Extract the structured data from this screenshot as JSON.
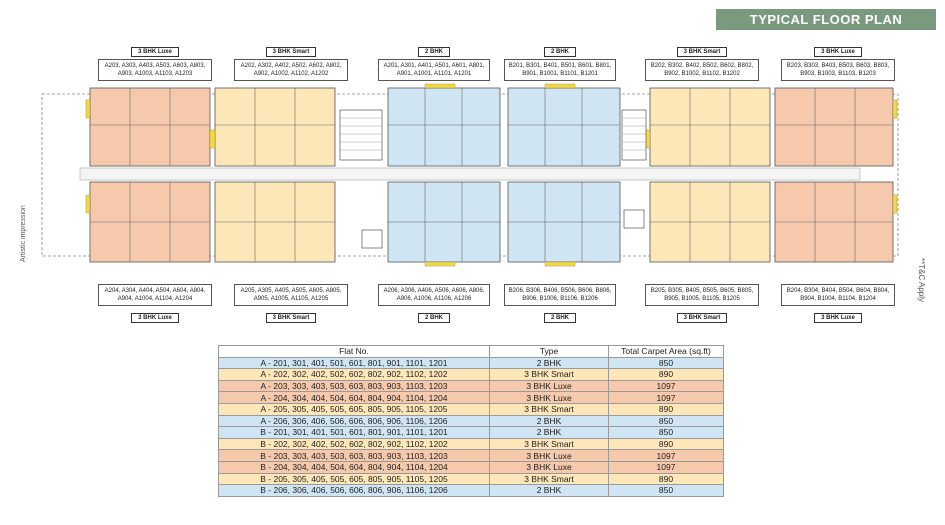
{
  "header": {
    "title": "TYPICAL FLOOR PLAN"
  },
  "side_notes": {
    "left": "Artistic impression",
    "right": "**T&C Apply"
  },
  "top_units": [
    {
      "type": "3 BHK Luxe",
      "flats": "A203, A303, A403, A503, A603, A803, A903, A1003, A1103, A1203"
    },
    {
      "type": "3 BHK Smart",
      "flats": "A202, A302, A402, A502, A602, A802, A902, A1002, A1102, A1202"
    },
    {
      "type": "2 BHK",
      "flats": "A201, A301, A401, A501, A601, A801, A901, A1001, A1101, A1201"
    },
    {
      "type": "2 BHK",
      "flats": "B201, B301, B401, B501, B601, B801, B901, B1001, B1101, B1201"
    },
    {
      "type": "3 BHK Smart",
      "flats": "B202, B302, B402, B502, B602, B802, B902, B1002, B1102, B1202"
    },
    {
      "type": "3 BHK Luxe",
      "flats": "B203, B303, B403, B503, B603, B803, B903, B1003, B1103, B1203"
    }
  ],
  "bottom_units": [
    {
      "type": "3 BHK Luxe",
      "flats": "A204, A304, A404, A504, A604, A804, A904, A1004, A1104, A1204"
    },
    {
      "type": "3 BHK Smart",
      "flats": "A205, A305, A405, A505, A605, A805, A905, A1005, A1105, A1205"
    },
    {
      "type": "2 BHK",
      "flats": "A206, A306, A406, A506, A606, A806, A906, A1006, A1106, A1206"
    },
    {
      "type": "2 BHK",
      "flats": "B206, B306, B406, B506, B606, B806, B906, B1006, B1106, B1206"
    },
    {
      "type": "3 BHK Smart",
      "flats": "B205, B305, B405, B505, B605, B805, B905, B1005, B1105, B1205"
    },
    {
      "type": "3 BHK Luxe",
      "flats": "B204, B304, B404, B504, B604, B804, B904, B1004, B1104, B1204"
    }
  ],
  "table": {
    "headers": [
      "Flat No.",
      "Type",
      "Total Carpet Area (sq.ft)"
    ],
    "rows": [
      {
        "flat": "A - 201, 301, 401, 501, 601, 801, 901, 1101, 1201",
        "type": "2 BHK",
        "area": "850",
        "cls": "c-2bhk"
      },
      {
        "flat": "A - 202, 302, 402, 502, 602, 802, 902, 1102, 1202",
        "type": "3 BHK Smart",
        "area": "890",
        "cls": "c-smart"
      },
      {
        "flat": "A - 203, 303, 403, 503, 603, 803, 903, 1103, 1203",
        "type": "3 BHK Luxe",
        "area": "1097",
        "cls": "c-luxe"
      },
      {
        "flat": "A - 204, 304, 404, 504, 604, 804, 904, 1104, 1204",
        "type": "3 BHK Luxe",
        "area": "1097",
        "cls": "c-luxe"
      },
      {
        "flat": "A - 205, 305, 405, 505, 605, 805, 905, 1105, 1205",
        "type": "3 BHK Smart",
        "area": "890",
        "cls": "c-smart"
      },
      {
        "flat": "A - 206, 306, 406, 506, 606, 806, 906, 1106, 1206",
        "type": "2 BHK",
        "area": "850",
        "cls": "c-2bhk"
      },
      {
        "flat": "B - 201, 301, 401, 501, 601, 801, 901, 1101, 1201",
        "type": "2 BHK",
        "area": "850",
        "cls": "c-2bhk"
      },
      {
        "flat": "B - 202, 302, 402, 502, 602, 802, 902, 1102, 1202",
        "type": "3 BHK Smart",
        "area": "890",
        "cls": "c-smart"
      },
      {
        "flat": "B - 203, 303, 403, 503, 603, 803, 903, 1103, 1203",
        "type": "3 BHK Luxe",
        "area": "1097",
        "cls": "c-luxe"
      },
      {
        "flat": "B - 204, 304, 404, 504, 604, 804, 904, 1104, 1204",
        "type": "3 BHK Luxe",
        "area": "1097",
        "cls": "c-luxe"
      },
      {
        "flat": "B - 205, 305, 405, 505, 605, 805, 905, 1105, 1205",
        "type": "3 BHK Smart",
        "area": "890",
        "cls": "c-smart"
      },
      {
        "flat": "B - 206, 306, 406, 506, 606, 806, 906, 1106, 1206",
        "type": "2 BHK",
        "area": "850",
        "cls": "c-2bhk"
      }
    ]
  },
  "colors": {
    "banner": "#7a9a7e",
    "luxe": "#f6c9ad",
    "smart": "#fde7b8",
    "two_bhk": "#cfe5f4",
    "balcony": "#f2d84a"
  }
}
